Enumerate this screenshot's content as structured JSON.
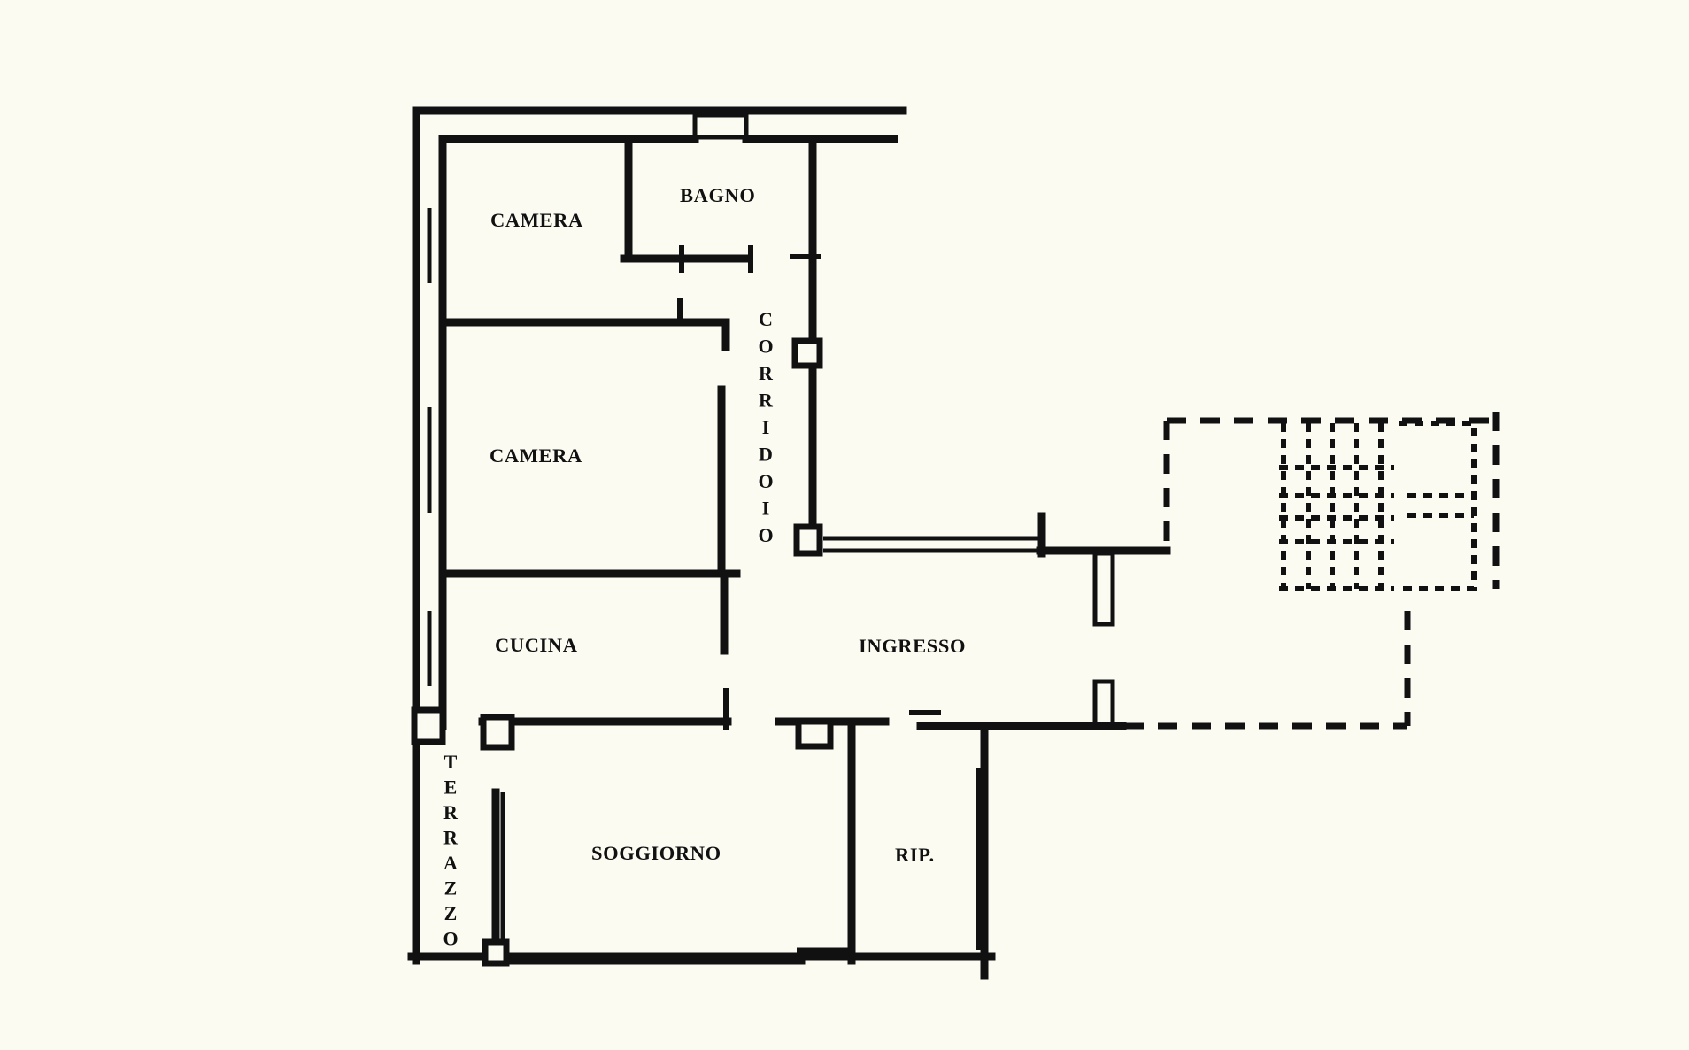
{
  "rooms": {
    "camera_top": "CAMERA",
    "bagno": "BAGNO",
    "camera_mid": "CAMERA",
    "cucina": "CUCINA",
    "ingresso": "INGRESSO",
    "soggiorno": "SOGGIORNO",
    "rip": "RIP."
  },
  "vertical_labels": {
    "corridoio": [
      "C",
      "O",
      "R",
      "R",
      "I",
      "D",
      "O",
      "I",
      "O"
    ],
    "terrazzo": [
      "T",
      "E",
      "R",
      "R",
      "A",
      "Z",
      "Z",
      "O"
    ]
  }
}
